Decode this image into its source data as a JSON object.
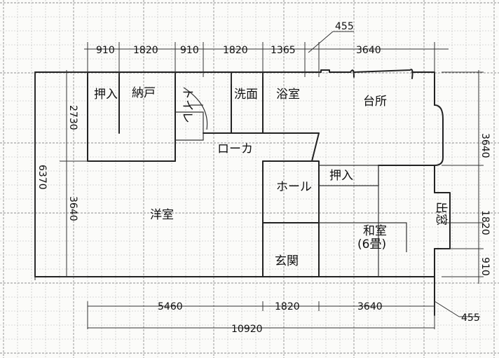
{
  "top_dimensions": [
    "910",
    "1820",
    "910",
    "1820",
    "1365",
    "455",
    "3640"
  ],
  "bottom_dimensions": [
    "5460",
    "1820",
    "3640"
  ],
  "bottom_total": "10920",
  "bottom_extra": "455",
  "left_dimensions": [
    "2730",
    "3640"
  ],
  "left_total": "6370",
  "right_dimensions": [
    "3640",
    "1820",
    "910"
  ],
  "rooms": {
    "oshiire_left": "押入",
    "nando": "納戸",
    "toilet": "トイレ",
    "senmen": "洗面",
    "yokushitsu": "浴室",
    "daidokoro": "台所",
    "roka": "ローカ",
    "hall": "ホール",
    "oshiire_right": "押入",
    "youshitsu": "洋室",
    "washitsu": "和室",
    "washitsu_size": "(6畳)",
    "genkan": "玄関",
    "demado": "出窓"
  }
}
